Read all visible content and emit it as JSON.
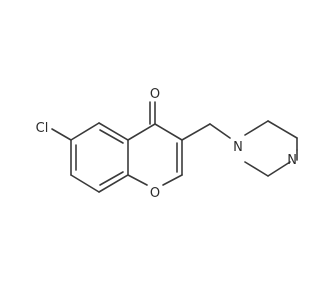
{
  "molecule": {
    "atoms": {
      "o_carbonyl": "O",
      "cl": "Cl",
      "o_ring": "O",
      "n1": "N",
      "n4": "N"
    }
  }
}
